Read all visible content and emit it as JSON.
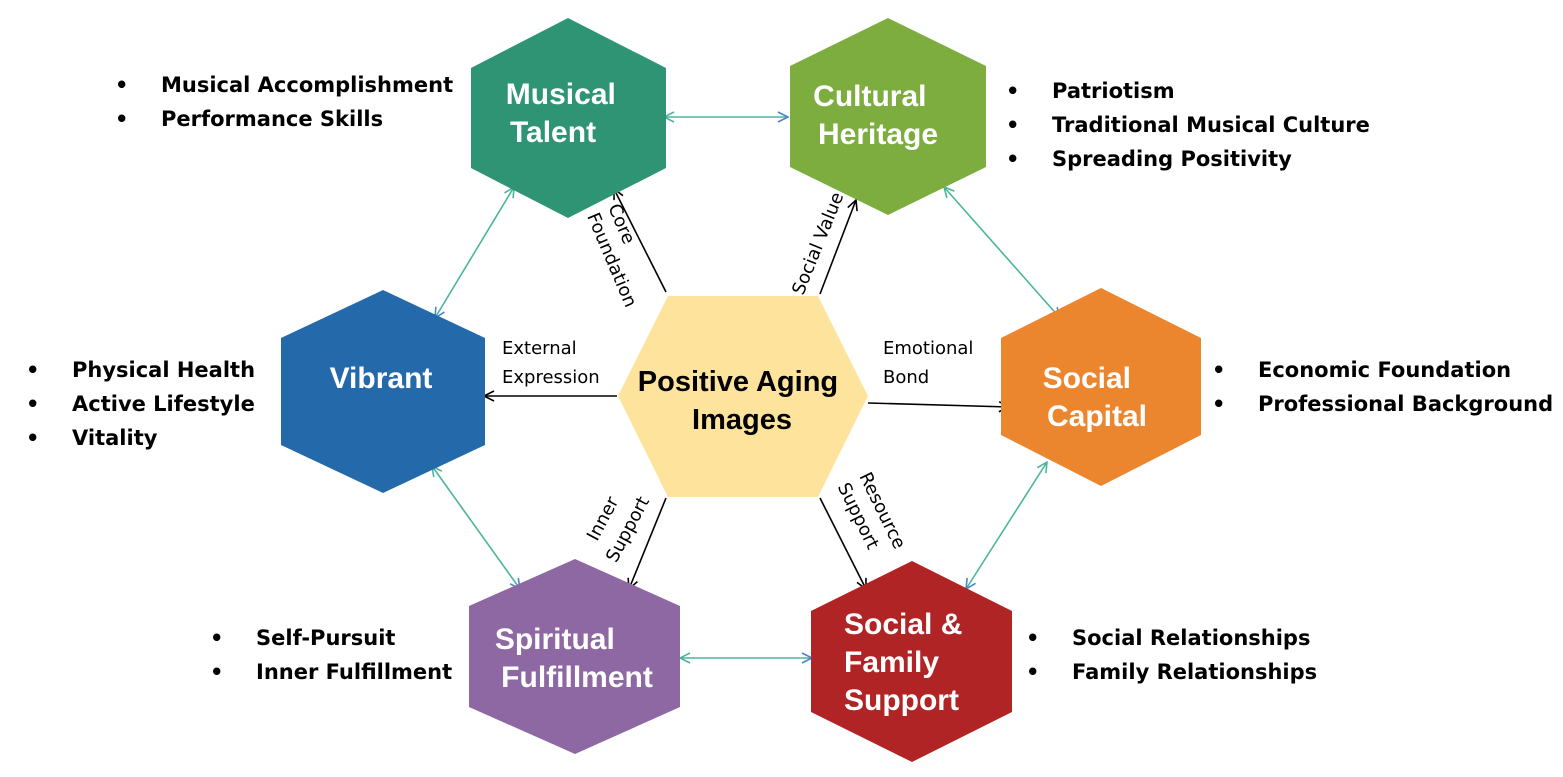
{
  "colors": {
    "musical_talent": "#2E9474",
    "cultural_heritage": "#7DAD3F",
    "social_capital": "#EC862E",
    "social_family_support": "#B12426",
    "spiritual_fulfillment": "#8D68A2",
    "vibrant": "#246AAB",
    "center": "#FDE39B",
    "peer_arrow": "#4BB59B",
    "peer_arrow_alt": "#4A86C8",
    "core_arrow": "#000000"
  },
  "center": {
    "title_lines": [
      "Positive Aging",
      "Images"
    ]
  },
  "nodes": {
    "musical_talent": {
      "title_lines": [
        "Musical",
        "Talent"
      ]
    },
    "cultural_heritage": {
      "title_lines": [
        "Cultural",
        "Heritage"
      ]
    },
    "social_capital": {
      "title_lines": [
        "Social",
        "Capital"
      ]
    },
    "social_family_support": {
      "title_lines": [
        "Social &",
        "Family",
        "Support"
      ]
    },
    "spiritual_fulfillment": {
      "title_lines": [
        "Spiritual",
        "Fulfillment"
      ]
    },
    "vibrant": {
      "title_lines": [
        "Vibrant"
      ]
    }
  },
  "edge_labels": {
    "core_foundation": [
      "Core",
      "Foundation"
    ],
    "social_value": [
      "Social Value"
    ],
    "emotional_bond": [
      "Emotional",
      "Bond"
    ],
    "resource_support": [
      "Resource",
      "Support"
    ],
    "inner_support": [
      "Inner",
      "Support"
    ],
    "external_expression": [
      "External",
      "Expression"
    ]
  },
  "bullets": {
    "musical_talent": [
      "Musical Accomplishment",
      "Performance Skills"
    ],
    "cultural_heritage": [
      "Patriotism",
      "Traditional Musical Culture",
      "Spreading Positivity"
    ],
    "social_capital": [
      "Economic Foundation",
      "Professional Background"
    ],
    "social_family_support": [
      "Social Relationships",
      "Family Relationships"
    ],
    "spiritual_fulfillment": [
      "Self-Pursuit",
      "Inner Fulfillment"
    ],
    "vibrant": [
      "Physical Health",
      "Active Lifestyle",
      "Vitality"
    ]
  }
}
